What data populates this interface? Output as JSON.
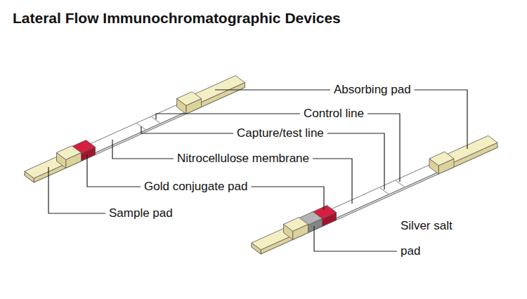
{
  "diagram": {
    "title": "Lateral Flow Immunochromatographic Devices",
    "labels": [
      "Absorbing pad",
      "Control line",
      "Capture/test line",
      "Nitrocellulose membrane",
      "Gold conjugate pad",
      "Sample pad",
      "Silver salt pad"
    ]
  }
}
